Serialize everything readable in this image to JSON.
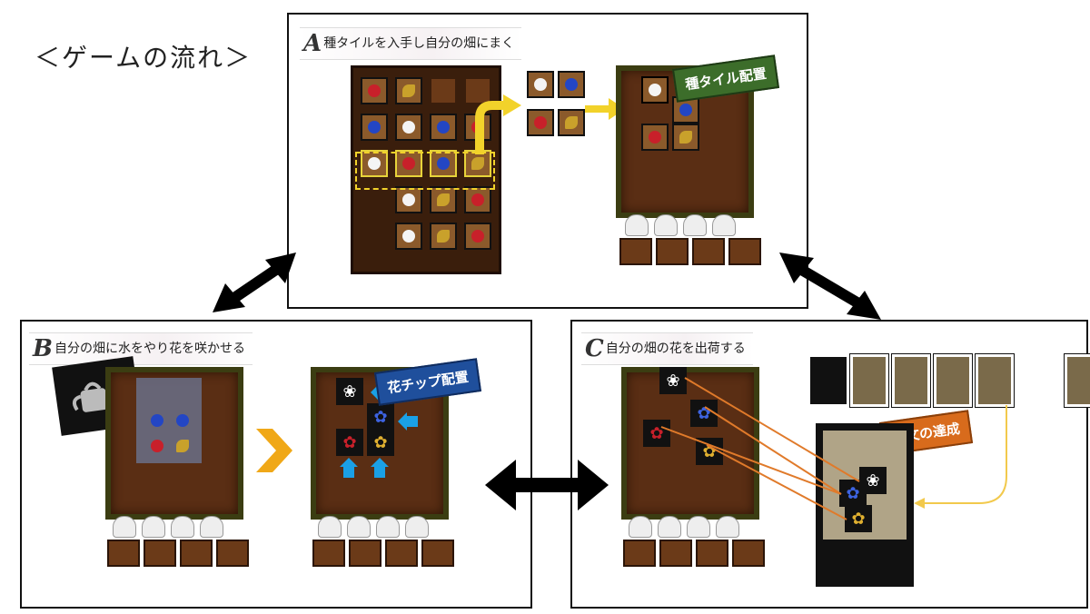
{
  "title": "＜ゲームの流れ＞",
  "steps": {
    "a": {
      "letter": "A",
      "label": "種タイルを入手し自分の畑にまく",
      "tag": "種タイル配置"
    },
    "b": {
      "letter": "B",
      "label": "自分の畑に水をやり花を咲かせる",
      "tag": "花チップ配置"
    },
    "c": {
      "letter": "C",
      "label": "自分の畑の花を出荷する",
      "tag": "注文の達成"
    }
  },
  "colors": {
    "arrow": "#000000",
    "yellow_arrow": "#f2d22a",
    "chevron": "#f0a818",
    "blue_arrow": "#1aa0e6"
  },
  "icons": [
    "watering-can-icon",
    "flower-chip-icon",
    "seed-tile-icon"
  ]
}
